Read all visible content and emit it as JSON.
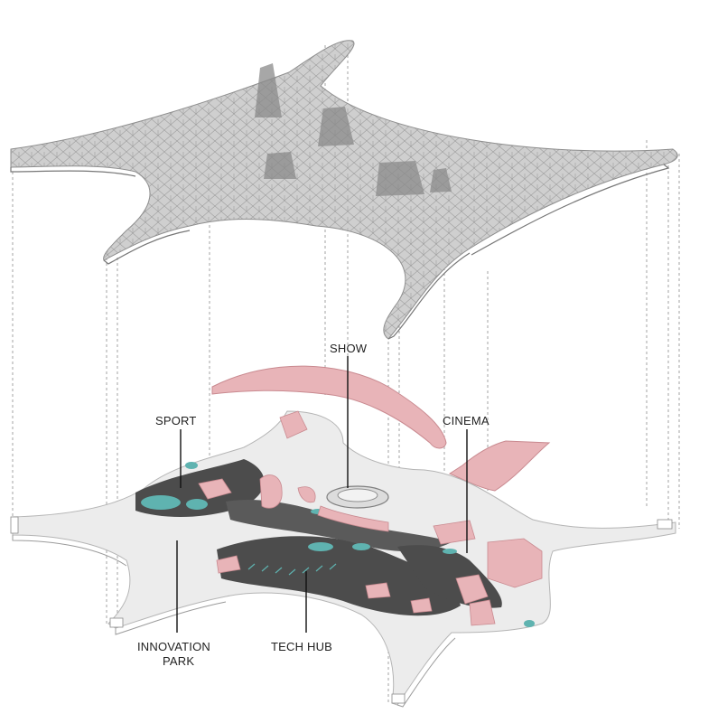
{
  "labels": {
    "show": "SHOW",
    "sport": "SPORT",
    "cinema": "CINEMA",
    "innovation_line1": "INNOVATION",
    "innovation_line2": "PARK",
    "tech_hub": "TECH HUB"
  },
  "colors": {
    "canopy": "#c9c9c9",
    "canopy_edge": "#8e8e8e",
    "ground_slab": "#ececec",
    "dark_zone": "#4c4c4c",
    "pink_block": "#e8b4b8",
    "teal_pool": "#5fb3b0",
    "leader_line": "#111111"
  }
}
